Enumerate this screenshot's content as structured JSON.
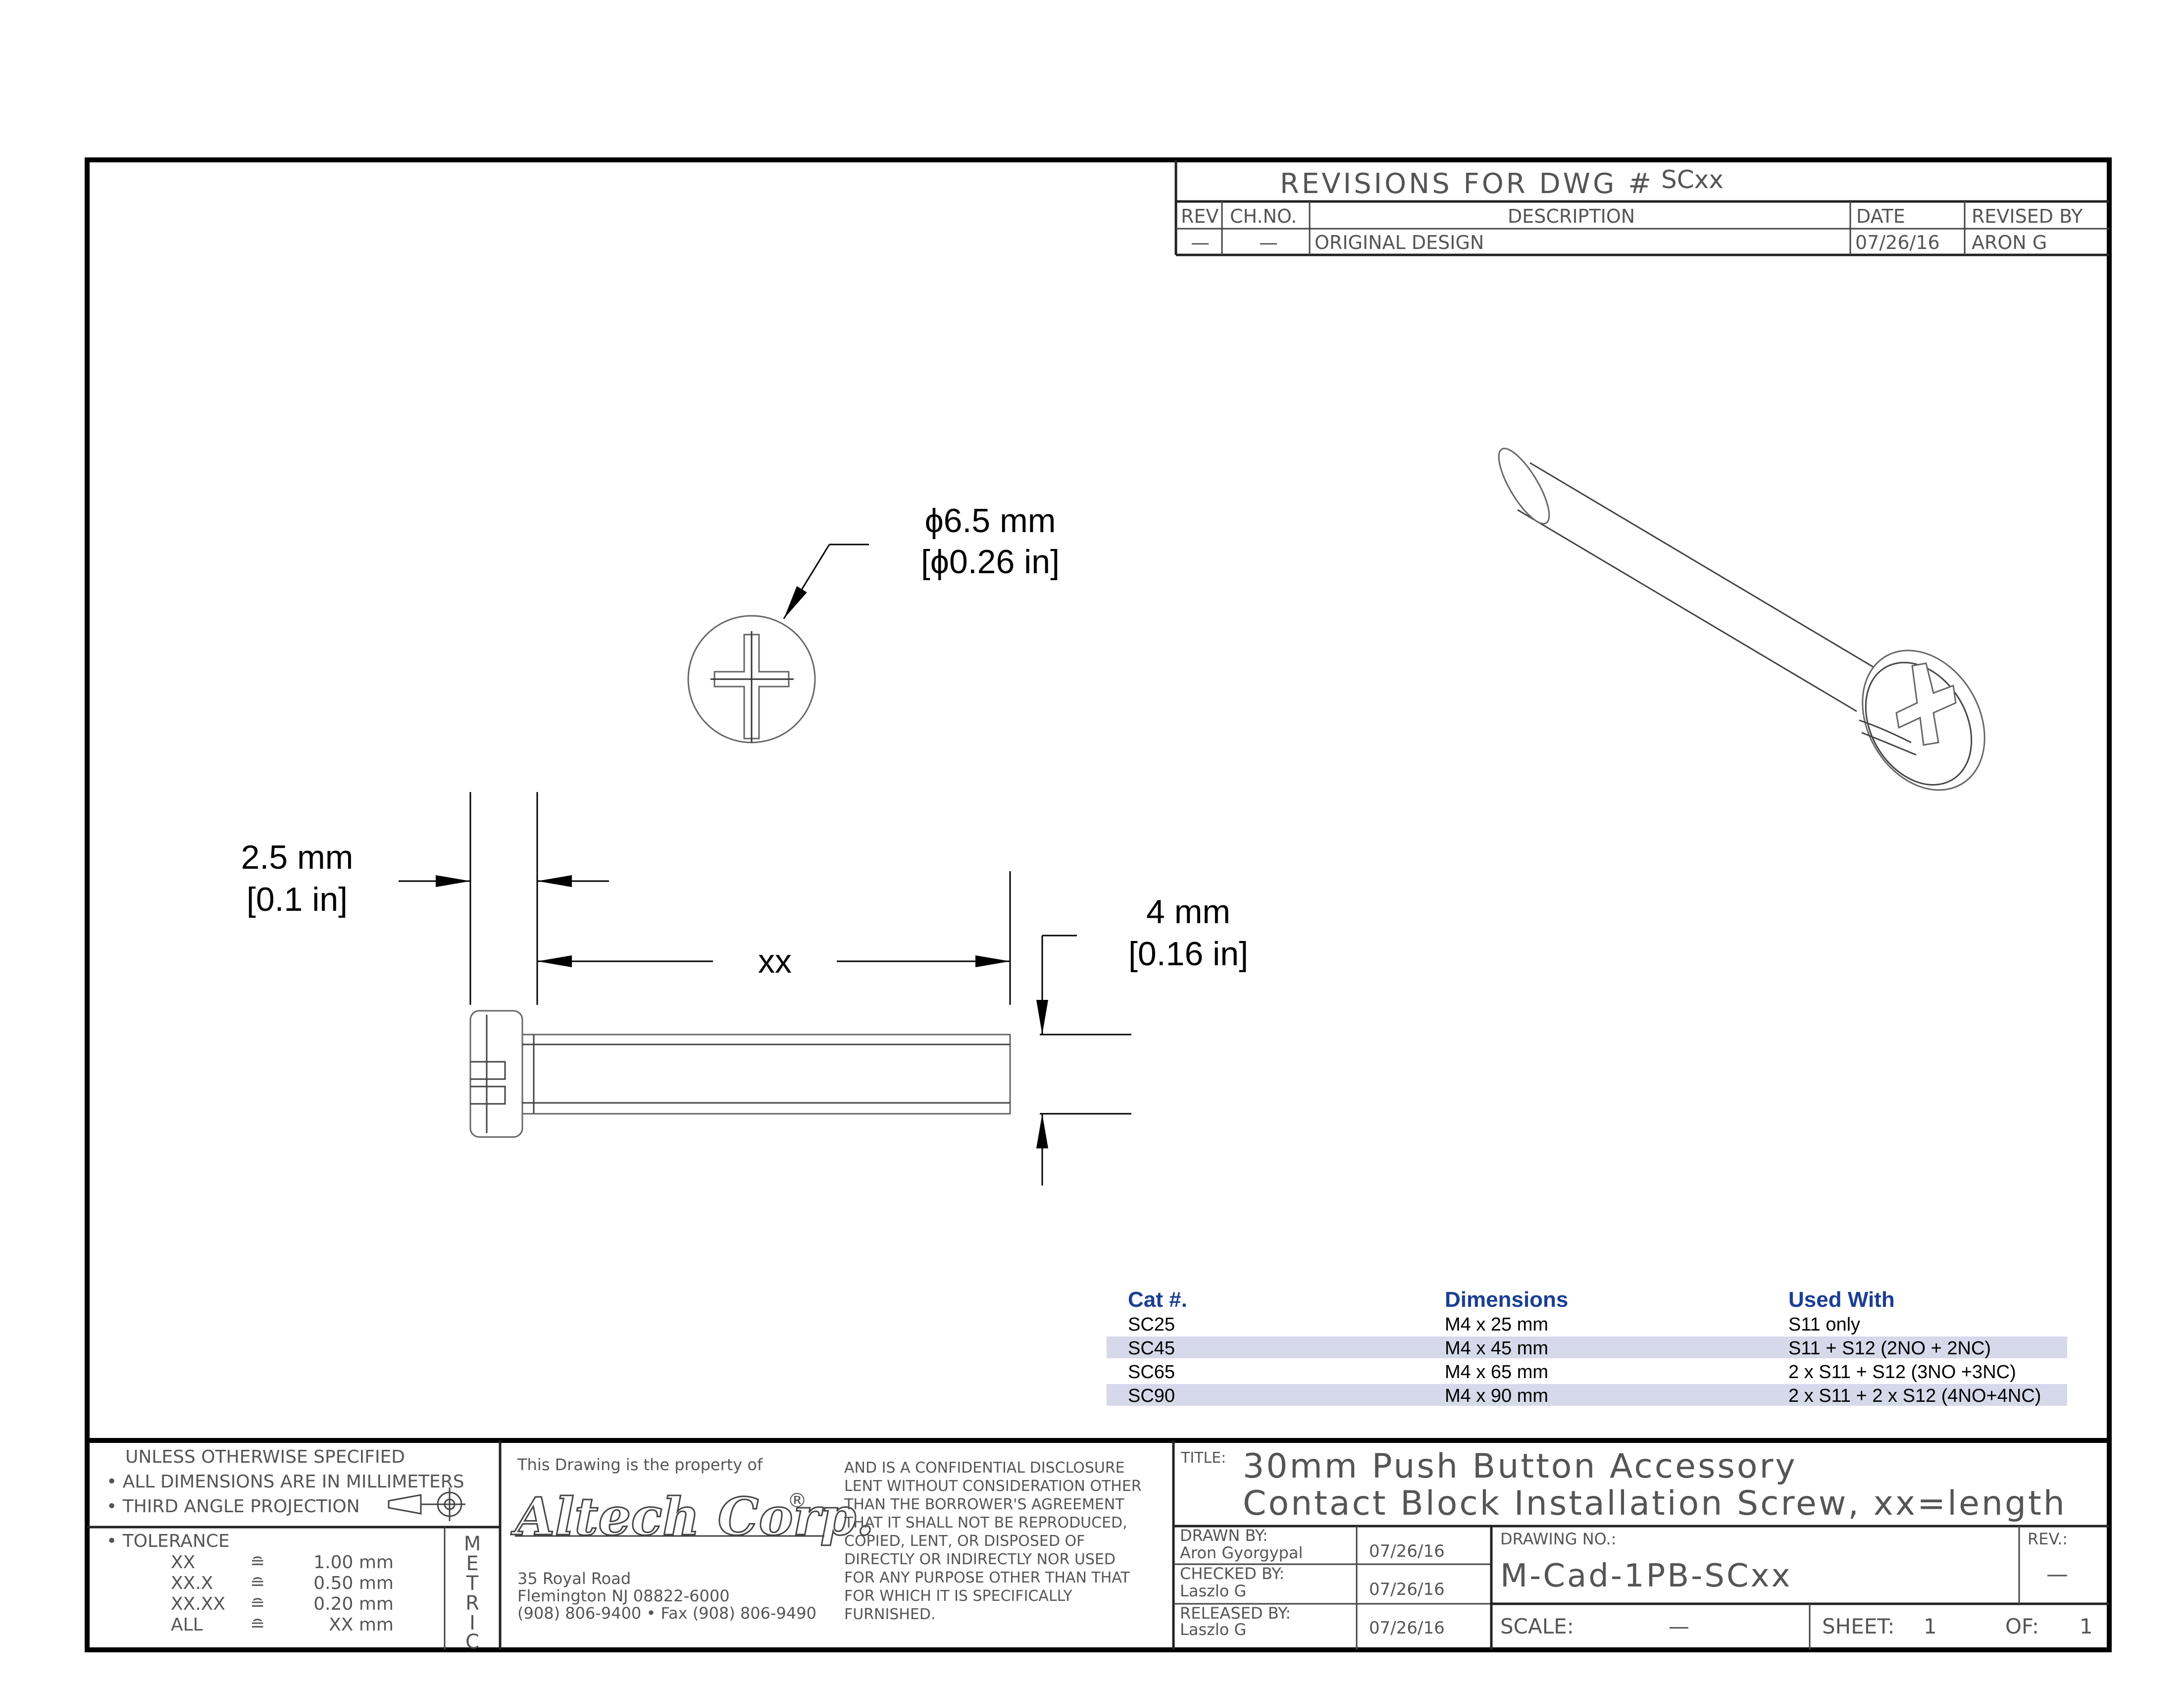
{
  "revisions": {
    "heading": "REVISIONS FOR DWG #",
    "dwg": "SCxx",
    "headers": {
      "rev": "REV",
      "chno": "CH.NO.",
      "desc": "DESCRIPTION",
      "date": "DATE",
      "by": "REVISED BY"
    },
    "rows": [
      {
        "rev": "—",
        "chno": "—",
        "desc": "ORIGINAL DESIGN",
        "date": "07/26/16",
        "by": "ARON G"
      }
    ]
  },
  "dimensions": {
    "diameter_mm": "ϕ6.5 mm",
    "diameter_in": "[ϕ0.26 in]",
    "head_mm": "2.5 mm",
    "head_in": "[0.1 in]",
    "length": "xx",
    "shaft_mm": "4 mm",
    "shaft_in": "[0.16 in]"
  },
  "catalog": {
    "headers": {
      "cat": "Cat #.",
      "dim": "Dimensions",
      "used": "Used With"
    },
    "rows": [
      {
        "cat": "SC25",
        "dim": "M4 x 25 mm",
        "used": "S11 only",
        "shaded": false
      },
      {
        "cat": "SC45",
        "dim": "M4 x 45 mm",
        "used": "S11 + S12 (2NO + 2NC)",
        "shaded": true
      },
      {
        "cat": "SC65",
        "dim": "M4 x 65 mm",
        "used": "2 x S11 + S12 (3NO +3NC)",
        "shaded": false
      },
      {
        "cat": "SC90",
        "dim": "M4 x 90 mm",
        "used": "2 x S11 + 2 x S12 (4NO+4NC)",
        "shaded": true
      }
    ],
    "row_shade_color": "#d6d9ea",
    "header_color": "#1a3e93"
  },
  "titleblock": {
    "notes": {
      "unless": "UNLESS OTHERWISE SPECIFIED",
      "dims": "• ALL DIMENSIONS ARE IN MILLIMETERS",
      "projection": "• THIRD ANGLE PROJECTION"
    },
    "tolerance": {
      "label": "• TOLERANCE",
      "symbol": "≘",
      "rows": [
        {
          "k": "XX",
          "v": "1.00 mm"
        },
        {
          "k": "XX.X",
          "v": "0.50 mm"
        },
        {
          "k": "XX.XX",
          "v": "0.20 mm"
        },
        {
          "k": "ALL",
          "v": "XX mm"
        }
      ],
      "metric": [
        "M",
        "E",
        "T",
        "R",
        "I",
        "C"
      ]
    },
    "company": {
      "property": "This Drawing is the property of",
      "logo": "Altech Corp.",
      "registered": "®",
      "address1": "35 Royal Road",
      "address2": "Flemington NJ 08822-6000",
      "phone": "(908) 806-9400 • Fax (908) 806-9490",
      "disclosure": [
        "AND IS A CONFIDENTIAL DISCLOSURE",
        "LENT WITHOUT CONSIDERATION OTHER",
        "THAN THE BORROWER'S AGREEMENT",
        "THAT IT SHALL NOT BE REPRODUCED,",
        "COPIED, LENT, OR DISPOSED OF",
        "DIRECTLY OR INDIRECTLY NOR USED",
        "FOR ANY PURPOSE OTHER THAN THAT",
        "FOR WHICH IT IS SPECIFICALLY",
        "FURNISHED."
      ]
    },
    "title_label": "TITLE:",
    "title_line1": "30mm Push Button Accessory",
    "title_line2": "Contact Block Installation Screw, xx=length",
    "drawn_label": "DRAWN BY:",
    "drawn_name": "Aron Gyorgypal",
    "drawn_date": "07/26/16",
    "checked_label": "CHECKED BY:",
    "checked_name": "Laszlo G",
    "checked_date": "07/26/16",
    "released_label": "RELEASED BY:",
    "released_name": "Laszlo G",
    "released_date": "07/26/16",
    "drawing_no_label": "DRAWING NO.:",
    "drawing_no": "M-Cad-1PB-SCxx",
    "rev_label": "REV.:",
    "rev_value": "—",
    "scale_label": "SCALE:",
    "scale_value": "—",
    "sheet_label": "SHEET:",
    "sheet_value": "1",
    "of_label": "OF:",
    "of_value": "1"
  }
}
